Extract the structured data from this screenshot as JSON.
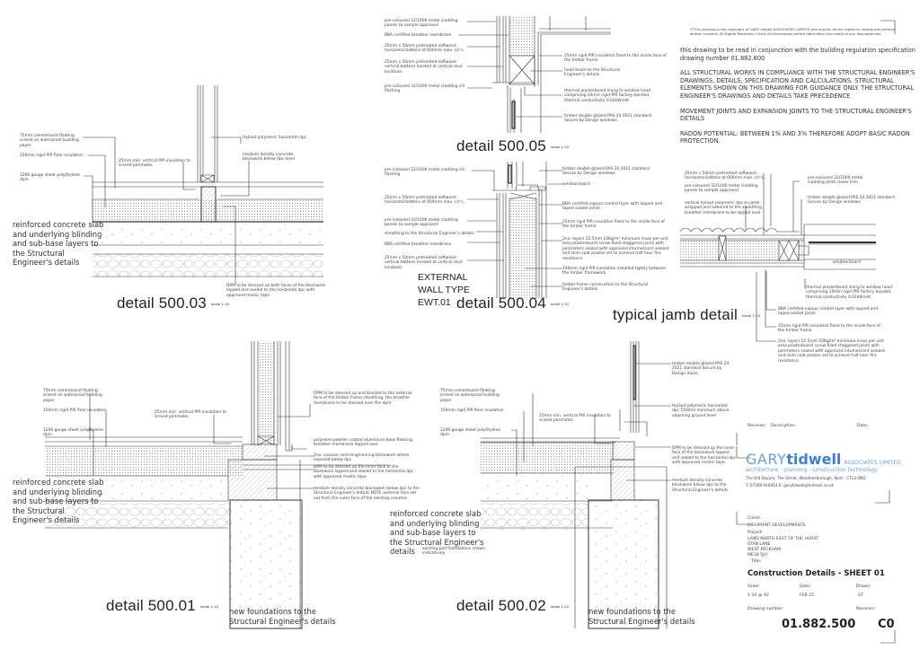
{
  "copyright": "©This drawing is the copyright of GARY tidwell ASSOCIATES LIMITED and should not be copied or reproduced without written consent. All Rights Reserved. Check all dimensions before fabrication and notify of any discrepancies.",
  "notes": [
    "this drawing to be read in conjunction with the building regulation specification drawing number 01.882.600",
    "ALL STRUCTURAL WORKS IN COMPLIANCE WITH THE STRUCTURAL ENGINEER'S DRAWINGS, DETAILS, SPECIFICATION AND CALCULATIONS. STRUCTURAL ELEMENTS SHOWN ON THIS DRAWING FOR GUIDANCE ONLY. THE STRUCTURAL ENGINEER'S DRAWINGS AND DETAILS TAKE PRECEDENCE",
    "MOVEMENT JOINTS AND EXPANSION JOINTS TO THE STRUCTURAL ENGINEER'S DETAILS",
    "RADON POTENTIAL: BETWEEN  1% AND 3% THEREFORE ADOPT BASIC RADON PROTECTION."
  ],
  "scale_note": "scale 1:10",
  "d503": {
    "title": "detail 500.03",
    "labels": [
      "75mm cementsand floating screed on waterproof building paper",
      "150mm rigid PIR floor insulation",
      "1200 gauge sheet polythylene dpm",
      "25mm min. vertical PIR insulation to screed perimeter.",
      "Hyload polymeric horizontal dpc",
      "medium density concrete blockwork below dpc level",
      "DPM to be dressed up both faces of the blockwork lapped and sealed to the horizontal dpc with approved mastic tape."
    ],
    "slab": "reinforced concrete slab and underlying blinding and sub-base layers to the Structural Engineer's details"
  },
  "d505": {
    "title": "detail 500.05",
    "labels": [
      "pre-coloured 32/1000 metal cladding panels to sample approved",
      "BBA certified breather membrane",
      "25mm x 50mm pretreated softwood horizontal battens at 600mm max. c/c's.",
      "25mm x 50mm pretreated softwood vertical battens located at vertical stud locations",
      "pre-coloured 32/1000 metal cladding cill flashing",
      "25mm rigid PIR insulation fixed to the inside face of the timber frame",
      "head beam to the Structural Engineer's details",
      "thermal plasterboard lining to window head comprising 10mm rigid PIR factory bonded, thermal conductivity 0.02kW/mK",
      "timber double glazed PAS 24 2021 standard Secure by Design windows"
    ]
  },
  "d504": {
    "title": "detail 500.04",
    "wall_type": [
      "EXTERNAL",
      "WALL TYPE",
      "EWT.01"
    ],
    "labels": [
      "pre-coloured 32/1000 metal cladding cill flashing",
      "25mm x 50mm pretreated softwood horizontal battens at 600mm max. c/c's.",
      "pre-coloured 32/1000 metal cladding panels to sample approved",
      "sheathing to the Structural Engineer's details",
      "BBA certified breather membrane",
      "25mm x 50mm pretreated softwood vertical battens located at vertical stud locations",
      "timber double glazed PAS 24 2021 standard Secure by Design windows",
      "window board",
      "BBA certified vapour control layer with lapped and taped sealed joints",
      "25mm rigid PIR insulation fixed to the inside face of the timber frame",
      "2no. layers 12.5mm 10Kg/m² minimum mass per unit area plasterboard screw fixed staggered joints with perimeters sealed with approved intumescent sealant and skim coat plaster set to achieve half hour fire resistance",
      "140mm rigid PIR insulation installed tightly between the timber framework",
      "timber frame construction to the Structural Engineer's details"
    ]
  },
  "jamb": {
    "title": "typical jamb detail",
    "labels": [
      "25mm x 50mm pretreated softwood horizontal battens at 600mm max. c/c's.",
      "pre-coloured 32/1000 metal cladding panels to sample approved",
      "vertical hyload polymeric dpc to jamb wrapped and adhered to the sheathing breather membrane to be lapped over",
      "pre-coloured 32/1000 metal cladding jamb closer trim",
      "timber double glazed PAS 24 2021 standard Secure by Design windows",
      "window board",
      "thermal plasterboard lining to window head comprising 10mm rigid PIR factory bonded, thermal conductivity 0.02kW/mK",
      "BBA certified vapour control layer with lapped and taped sealed joints",
      "25mm rigid PIR insulation fixed to the inside face of the timber frame",
      "2no. layers 12.5mm 10Kg/m² minimum mass per unit area plasterboard screw fixed staggered joints with perimeters sealed with approved intumescent sealant and skim coat plaster set to achieve half hour fire resistance."
    ]
  },
  "d501": {
    "title": "detail 500.01",
    "labels": [
      "75mm cementsand floating screed on waterproof building paper",
      "150mm rigid PIR floor insulation",
      "1200 gauge sheet polythylene dpm",
      "25mm min. vertical PIR insulation to screed perimeter.",
      "DPM to be dressed up and bonded to the external face of the timber frame sheathing, the breather membrane to be dressed over the dpm",
      "polyester powder coated aluminium base flashing, breather membrane lapped over",
      "2no. courses semi-engineering blockwork where exposed below dpc",
      "DPM to be dressed up the inner face of the blockwork lapped and sealed to the horizontal dpc with approved mastic tape.",
      "medium density concrete blockwork below dpc to the Structural Engineer's details NOTE external face set out from the outer face of the existing columns"
    ],
    "slab": "reinforced concrete slab and underlying blinding and sub-base layers to the Structural Engineer's details",
    "foundations": "new foundations to the Structural Engineer's details"
  },
  "d502": {
    "title": "detail 500.02",
    "labels": [
      "75mm cementsand floating screed on waterproof building paper",
      "150mm rigid PIR floor insulation",
      "1200 gauge sheet polythylene dpm",
      "25mm min. vertical PIR insulation to screed perimeter.",
      "timber double glazed PAS 24 2021 standard Secure by Design doors",
      "Hyload polymeric horizontal dpc 150mm minimum above adjoining ground level",
      "DPM to be dressed up the inner face of the blockwork lapped and sealed to the horizontal dpc with approved mastic tape.",
      "medium density concrete blockwork below dpc to the Structural Engineer's details",
      "existing pad foundations shown indicatively"
    ],
    "slab": "reinforced concrete slab and underlying blinding and sub-base layers to the Structural Engineer's details",
    "foundations": "new foundations to the Structural Engineer's details"
  },
  "title_block": {
    "revision_label": "Revision:",
    "description_label": "Description:",
    "date_label": "Date:",
    "company_a": "GARY",
    "company_b": "tidwell",
    "company_c": "ASSOCIATES LIMITED",
    "tagline": "architecture - planning - construction technology",
    "address": "The Old Square, The Street, Woodnesborough, Kent - CT13 0NQ.",
    "contact": "T: 07599 916454   E: garytidwell@hotmail.co.uk",
    "client_label": "Client:",
    "client": "HIGHPOINT DEVELOPMENTS",
    "project_label": "Project:",
    "project": [
      "LAND NORTH EAST OF THE HURST",
      "STAN LANE",
      "WEST PECKHAM",
      "ME18 5JU"
    ],
    "title_label": "Title:",
    "title": "Construction Details - SHEET 01",
    "scale_label": "Scale:",
    "scale": "1:10 @ A2",
    "date_label2": "Date:",
    "date": "FEB 25",
    "drawn_label": "Drawn:",
    "drawn": "GT",
    "drawing_number_label": "Drawing number:",
    "revision_label2": "Revision:",
    "drawing_number": "01.882.500",
    "revision": "C0",
    "brand_colors": {
      "light": "#6a9fd4",
      "dark": "#3f7fc4"
    }
  }
}
